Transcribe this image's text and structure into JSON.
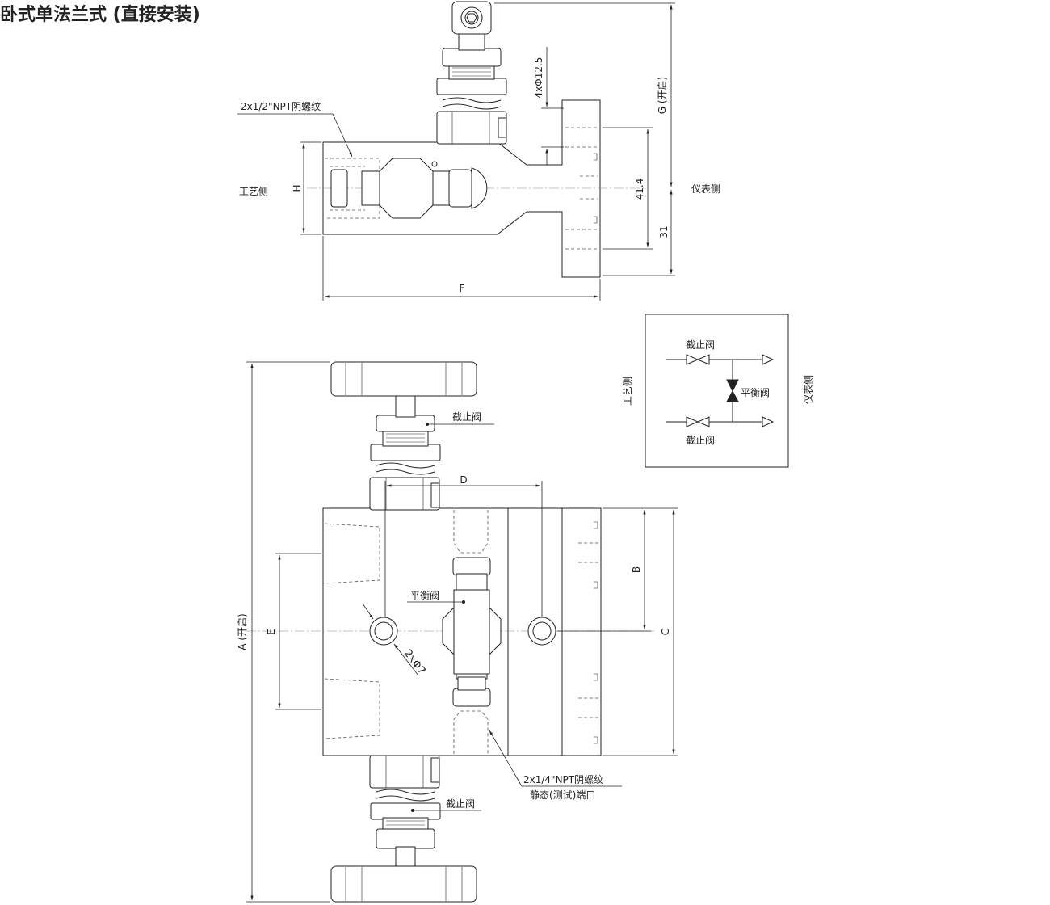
{
  "title": "卧式单法兰式 (直接安装)",
  "top_view": {
    "thread_label": "2x1/2\"NPT阴螺纹",
    "process_side": "工艺侧",
    "instrument_side": "仪表侧",
    "dim_h": "H",
    "dim_f": "F",
    "dim_g": "G (开启)",
    "dim_hole": "4xΦ12.5",
    "dim_41_4": "41.4",
    "dim_31": "31"
  },
  "schematic": {
    "process_side": "工艺侧",
    "instrument_side": "仪表侧",
    "stop_valve_top": "截止阀",
    "stop_valve_bottom": "截止阀",
    "balance_valve": "平衡阀"
  },
  "front_view": {
    "dim_a": "A (开启)",
    "dim_b": "B",
    "dim_c": "C",
    "dim_d": "D",
    "dim_e": "E",
    "hole_label": "2xΦ7",
    "stop_valve_top": "截止阀",
    "stop_valve_bottom": "截止阀",
    "balance_valve": "平衡阀",
    "port_thread": "2x1/4\"NPT阴螺纹",
    "port_desc": "静态(测试)端口"
  }
}
